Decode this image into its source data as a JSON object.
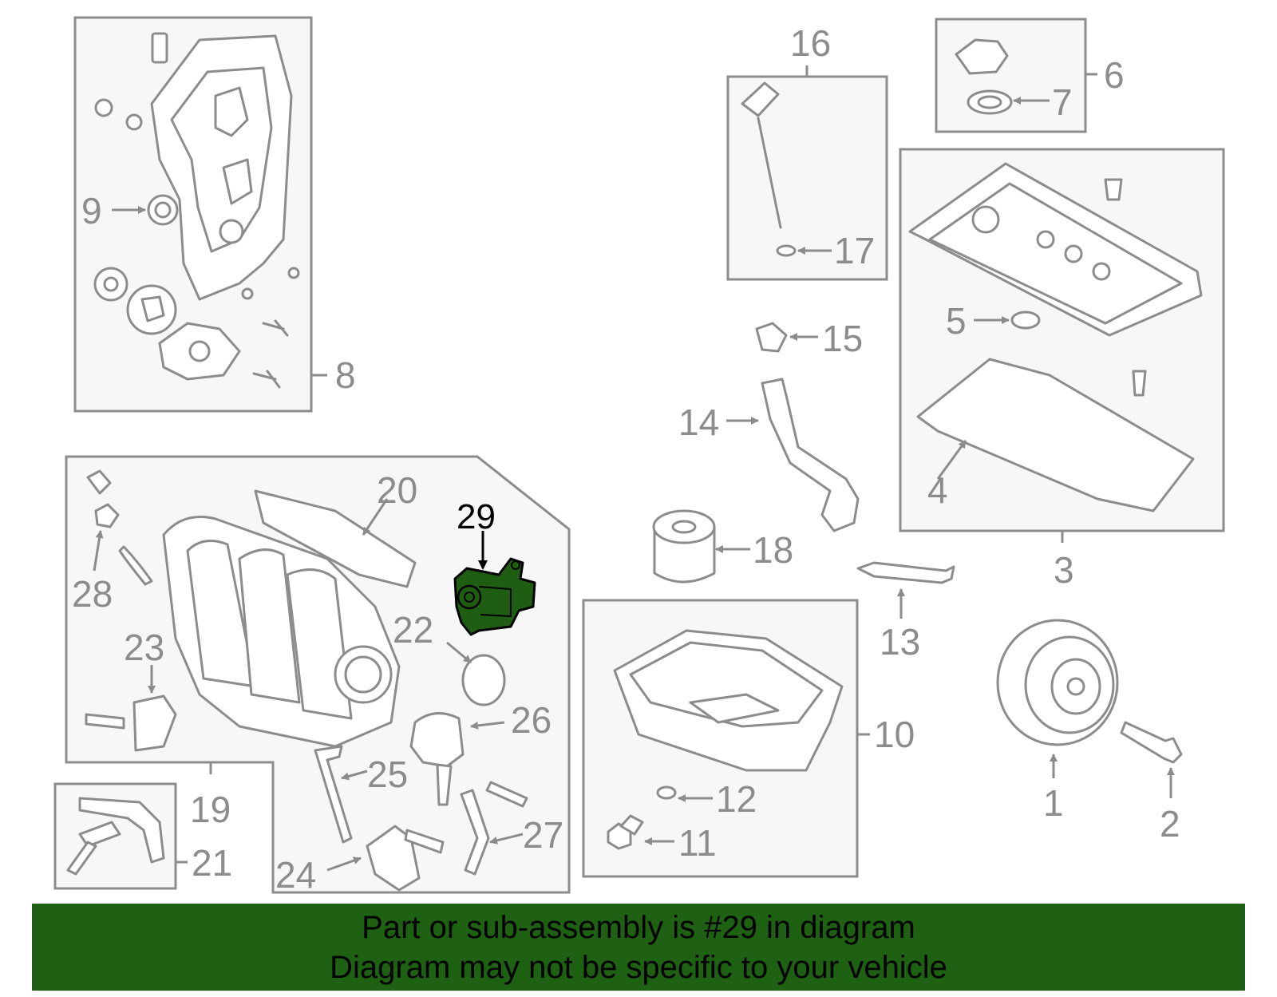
{
  "diagram": {
    "callouts": [
      "1",
      "2",
      "3",
      "4",
      "5",
      "6",
      "7",
      "8",
      "9",
      "10",
      "11",
      "12",
      "13",
      "14",
      "15",
      "16",
      "17",
      "18",
      "19",
      "20",
      "21",
      "22",
      "23",
      "24",
      "25",
      "26",
      "27",
      "28",
      "29"
    ],
    "highlighted_part": "29",
    "highlight_color": "#1f5e12"
  },
  "banner": {
    "line1": "Part or sub-assembly is #29 in diagram",
    "line2": "Diagram may not be specific to your vehicle",
    "color": "#1e6112"
  }
}
